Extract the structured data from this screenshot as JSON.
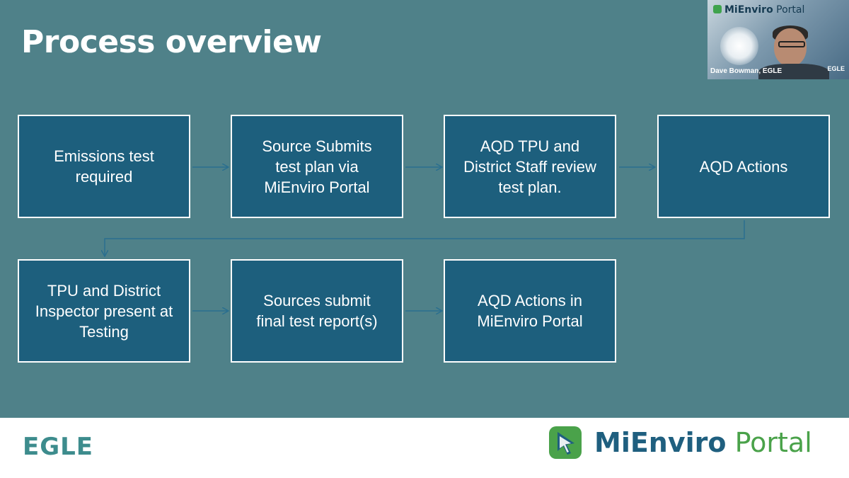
{
  "slide": {
    "title": "Process overview",
    "steps": [
      {
        "text": "Emissions test\nrequired"
      },
      {
        "text": "Source Submits\ntest plan via\nMiEnviro Portal"
      },
      {
        "text": "AQD TPU and\nDistrict Staff  review\ntest plan."
      },
      {
        "text": "AQD Actions"
      },
      {
        "text": "TPU and District\nInspector present at\nTesting"
      },
      {
        "text": "Sources submit\nfinal test report(s)"
      },
      {
        "text": "AQD Actions in\nMiEnviro Portal"
      }
    ]
  },
  "video": {
    "brand_mi": "MiEnviro",
    "brand_portal": " Portal",
    "participant_name": "Dave Bowman, EGLE",
    "corner_logo": "EGLE"
  },
  "footer": {
    "left_logo": "EGLE",
    "brand_mi": "MiEnviro",
    "brand_portal": " Portal"
  },
  "colors": {
    "slide_bg": "#4f8189",
    "box_fill": "#1d5f7d",
    "box_border": "#ffffff",
    "connector": "#2a6f8f",
    "brand_blue": "#1f5f7f",
    "brand_green": "#4aa24a"
  }
}
